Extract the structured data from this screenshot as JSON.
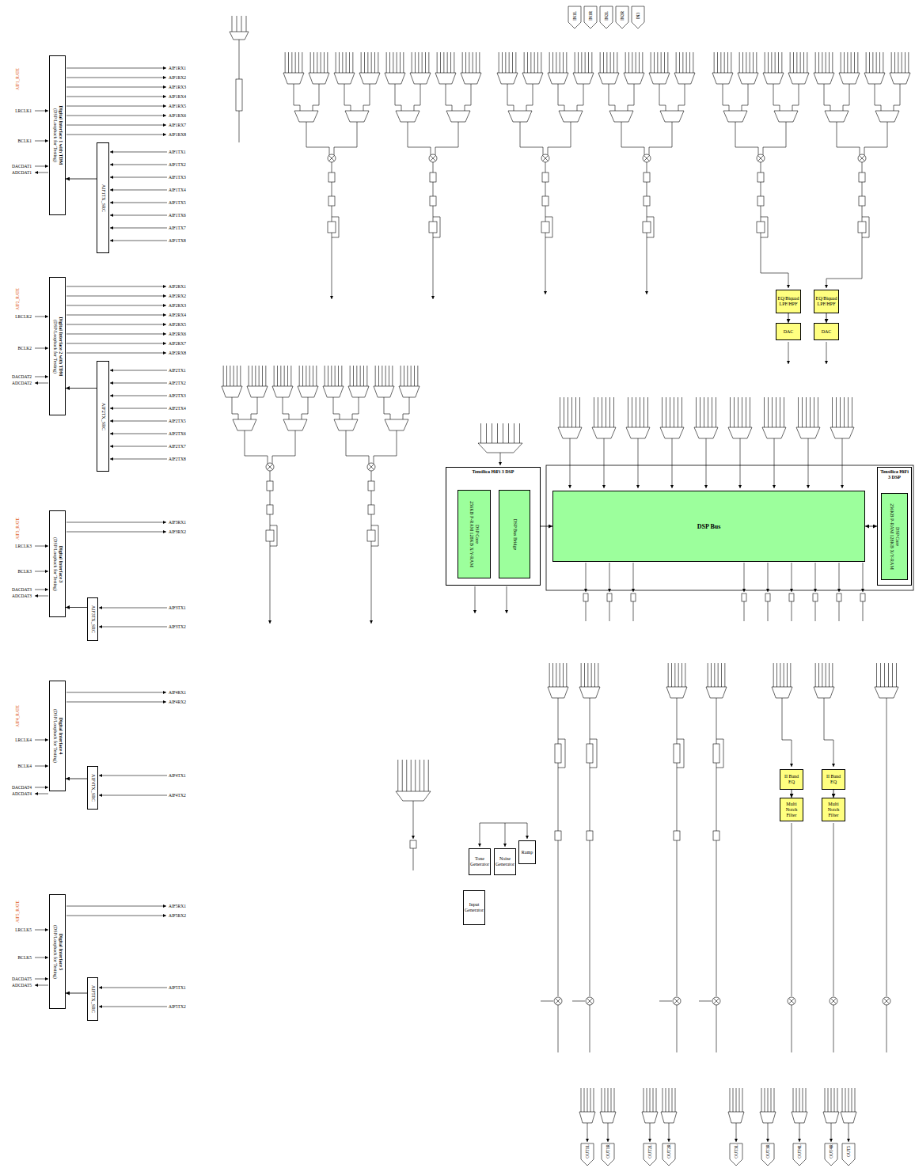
{
  "diagram": {
    "nodes": [
      {
        "text": [
          "Digital Interface 1 with TDM",
          "(DSP/Loopback for Testing)"
        ]
      },
      {
        "text": [
          "AIF1TX_SRC"
        ]
      },
      {
        "text": [
          "Digital Interface 2 with TDM",
          "(DSP/Loopback for Testing)"
        ]
      },
      {
        "text": [
          "AIF2TX_SRC"
        ]
      },
      {
        "text": [
          "Digital Interface 3",
          "(DSP/Loopback for Testing)"
        ]
      },
      {
        "text": [
          "AIF3TX_SRC"
        ]
      },
      {
        "text": [
          "Digital Interface 4",
          "(DSP/Loopback for Testing)"
        ]
      },
      {
        "text": [
          "AIF4TX_SRC"
        ]
      },
      {
        "text": [
          "Digital Interface 5",
          "(DSP/Loopback for Testing)"
        ]
      },
      {
        "text": [
          "AIF5TX_SRC"
        ]
      },
      {
        "text": [
          "Tensilica HiFi 3 DSP"
        ]
      },
      {
        "text": [
          "DSP Core",
          "256KB P-RAM 128KB X/Y-RAM"
        ],
        "in": 10
      },
      {
        "text": [
          "DSP Bus Bridge"
        ],
        "in": 10
      },
      {
        "text": [
          "DSP Bus"
        ]
      },
      {
        "text": [
          "Tensilica HiFi 3 DSP"
        ]
      },
      {
        "text": [
          "DSP Core",
          "256KB P-RAM 128KB X/Y-RAM"
        ],
        "in": 14
      },
      {
        "text": [
          "EQ/Biquad",
          "LPF/HPF"
        ]
      },
      {
        "text": [
          "EQ/Biquad",
          "LPF/HPF"
        ]
      },
      {
        "text": [
          "DAC"
        ]
      },
      {
        "text": [
          "DAC"
        ]
      },
      {
        "text": [
          "II Band EQ"
        ]
      },
      {
        "text": [
          "II Band EQ"
        ]
      },
      {
        "text": [
          "Multi Notch Filter"
        ]
      },
      {
        "text": [
          "Multi Notch Filter"
        ]
      },
      {
        "text": [
          "Tone Generator"
        ]
      },
      {
        "text": [
          "Noise Generator"
        ]
      },
      {
        "text": [
          "Ramp"
        ]
      },
      {
        "text": [
          "Input Generator"
        ]
      }
    ],
    "edges": [
      {
        "from": 1,
        "to": 0,
        "arrow": "to"
      },
      {
        "from": 3,
        "to": 2,
        "arrow": "to"
      },
      {
        "from": 5,
        "to": 4,
        "arrow": "to"
      },
      {
        "from": 7,
        "to": 6,
        "arrow": "to"
      },
      {
        "from": 9,
        "to": 8,
        "arrow": "to"
      },
      {
        "from": 11,
        "to": 12,
        "arrow": "both"
      },
      {
        "from": 12,
        "to": 13,
        "arrow": "both"
      },
      {
        "from": 13,
        "to": 14,
        "arrow": "both"
      },
      {
        "from": 16,
        "to": 18,
        "arrow": "to"
      },
      {
        "from": 17,
        "to": 19,
        "arrow": "to"
      },
      {
        "from": 20,
        "to": 22,
        "arrow": "to"
      },
      {
        "from": 21,
        "to": 23,
        "arrow": "to"
      }
    ],
    "labels": [
      "IN1L",
      "IN1R",
      "IN2L",
      "IN2R",
      "IN3",
      "LRCLK1",
      "BCLK1",
      "DACDAT1",
      "ADCDAT1",
      "LRCLK2",
      "BCLK2",
      "DACDAT2",
      "ADCDAT2",
      "LRCLK3",
      "BCLK3",
      "DACDAT3",
      "ADCDAT3",
      "LRCLK4",
      "BCLK4",
      "DACDAT4",
      "ADCDAT4",
      "LRCLK5",
      "BCLK5",
      "DACDAT5",
      "ADCDAT5",
      "AIF1_RATE",
      "AIF2_RATE",
      "AIF3_RATE",
      "AIF4_RATE",
      "AIF5_RATE",
      "AIF1RX1",
      "AIF1RX2",
      "AIF1RX3",
      "AIF1RX4",
      "AIF1RX5",
      "AIF1RX6",
      "AIF1RX7",
      "AIF1RX8",
      "AIF1TX1",
      "AIF1TX2",
      "AIF1TX3",
      "AIF1TX4",
      "AIF1TX5",
      "AIF1TX6",
      "AIF1TX7",
      "AIF1TX8",
      "AIF2RX1",
      "AIF2RX2",
      "AIF2RX3",
      "AIF2RX4",
      "AIF2RX5",
      "AIF2RX6",
      "AIF2RX7",
      "AIF2RX8",
      "AIF2TX1",
      "AIF2TX2",
      "AIF2TX3",
      "AIF2TX4",
      "AIF2TX5",
      "AIF2TX6",
      "AIF2TX7",
      "AIF2TX8",
      "AIF3RX1",
      "AIF3RX2",
      "AIF3TX1",
      "AIF3TX2",
      "AIF4RX1",
      "AIF4RX2",
      "AIF4TX1",
      "AIF4TX2",
      "AIF5RX1",
      "AIF5RX2",
      "AIF5TX1",
      "AIF5TX2",
      "OUT1L",
      "OUT1R",
      "OUT2L",
      "OUT2R",
      "OUT3L",
      "OUT3R",
      "OUT4L",
      "OUT4R",
      "OUT5"
    ]
  }
}
